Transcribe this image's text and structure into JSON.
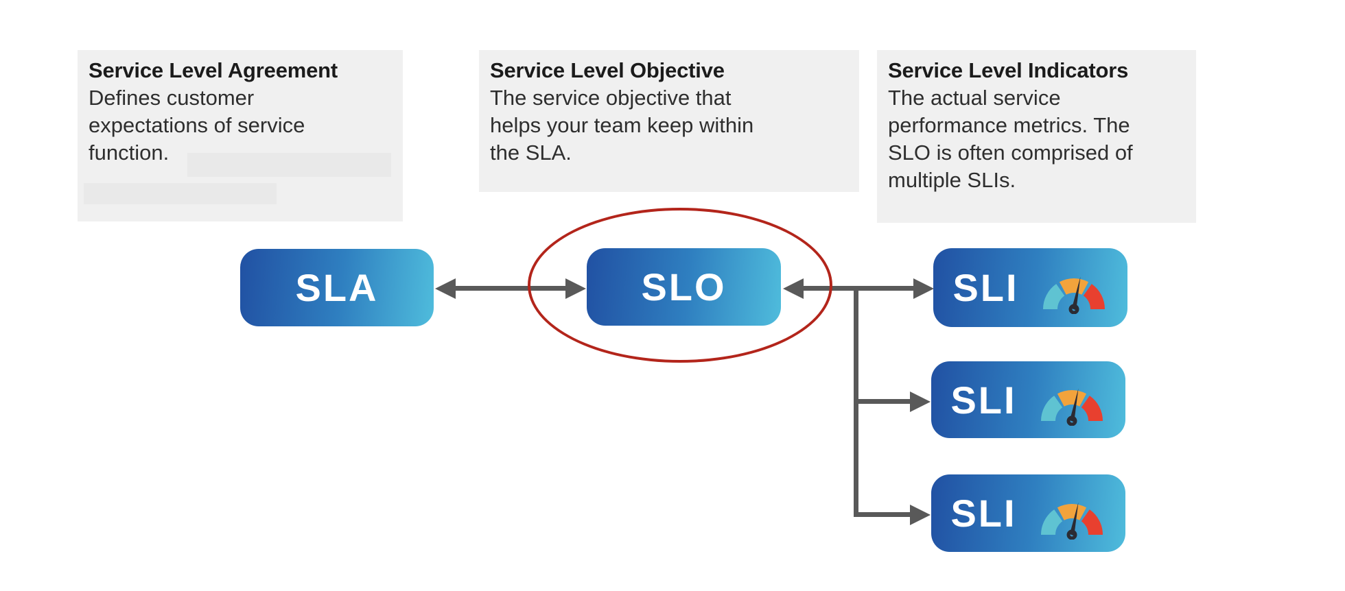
{
  "cards": [
    {
      "title": "Service Level Agreement",
      "lines": [
        "Defines customer",
        "expectations of service",
        "function."
      ]
    },
    {
      "title": "Service Level Objective",
      "lines": [
        "The service objective that",
        "helps your team keep within",
        "the SLA."
      ]
    },
    {
      "title": "Service Level Indicators",
      "lines": [
        "The actual service",
        "performance metrics. The",
        "SLO is often comprised of",
        "multiple SLIs."
      ]
    }
  ],
  "nodes": {
    "sla": {
      "label": "SLA"
    },
    "slo": {
      "label": "SLO",
      "highlighted": true
    },
    "sli1": {
      "label": "SLI",
      "icon": "gauge-icon"
    },
    "sli2": {
      "label": "SLI",
      "icon": "gauge-icon"
    },
    "sli3": {
      "label": "SLI",
      "icon": "gauge-icon"
    }
  },
  "edges": [
    {
      "from": "SLA",
      "to": "SLO",
      "type": "double-arrow"
    },
    {
      "from": "SLO",
      "to": "SLI group",
      "type": "double-arrow-branching"
    },
    {
      "from": "branch",
      "to": "SLI",
      "count": 3
    }
  ],
  "colors": {
    "card_bg": "#f0f0f0",
    "redacted_block": "#e9e9e9",
    "node_gradient_start": "#2151a3",
    "node_gradient_end": "#4fbcdc",
    "node_text": "#ffffff",
    "arrow": "#595959",
    "highlight_ellipse": "#b3251b",
    "gauge_low": "#5fc3d2",
    "gauge_mid": "#f2a33c",
    "gauge_high": "#e8402f",
    "gauge_needle": "#2b2b33"
  }
}
